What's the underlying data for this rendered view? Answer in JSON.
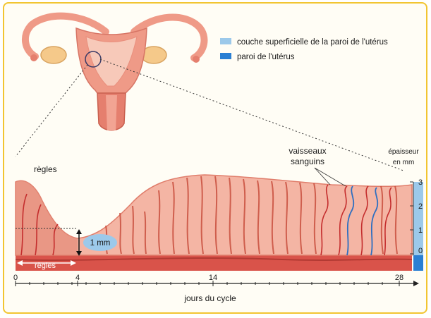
{
  "legend": {
    "items": [
      {
        "label": "couche superficielle de la paroi de l'utérus",
        "color": "#9cc9ea"
      },
      {
        "label": "paroi de l'utérus",
        "color": "#2a7fd3"
      }
    ]
  },
  "labels": {
    "regles_top": "règles",
    "regles_arrow": "règles",
    "thickness_min": "1 mm",
    "vessels_line1": "vaisseaux",
    "vessels_line2": "sanguins",
    "scale_title_line1": "épaisseur",
    "scale_title_line2": "en mm"
  },
  "thickness_scale": {
    "ticks": [
      "3",
      "2",
      "1",
      "0"
    ]
  },
  "axis": {
    "title": "jours du cycle",
    "tick_labels": [
      "0",
      "4",
      "14",
      "28"
    ]
  },
  "colors": {
    "frame": "#f2c531",
    "uterus": "#ef9a87",
    "endometrium": "#f4b5a4",
    "muscle": "#d9534a",
    "vessel": "#c42d2d",
    "vein": "#2f6fc0"
  }
}
